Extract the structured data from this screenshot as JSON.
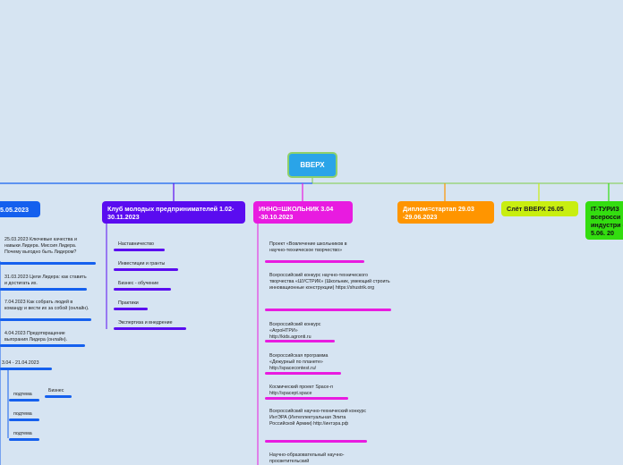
{
  "root": {
    "label": "ВВЕРХ"
  },
  "branches": {
    "b0": {
      "label": "5.05.2023",
      "color": "#1560ee"
    },
    "b1": {
      "label": "Клуб молодых предпринимателей 1.02-30.11.2023",
      "color": "#5a0cf0"
    },
    "b2": {
      "label": "ИННО=ШКОЛЬНИК 3.04 -30.10.2023",
      "color": "#e81be0"
    },
    "b3": {
      "label": "Диплом=стартап 29.03 -29.06.2023",
      "color": "#ff9500"
    },
    "b4": {
      "label": "Слёт ВВЕРХ 26.05",
      "color": "#c8ee10"
    },
    "b5": {
      "label": "IT-ТУРИЗ всеросси индустри - 5.06. 20",
      "color": "#33dd10"
    }
  },
  "left_items": [
    "25.03.2023 Ключевые качества и навыки Лидера. Миссия Лидера. Почему выгодно быть Лидером?",
    "31.03.2023 Цели Лидера: как ставить и достигать их.",
    "7.04.2023 Как собрать людей в команду и вести их за собой (онлайн).",
    "4.04.2023 Предотвращение выгорания Лидера (онлайн)."
  ],
  "left_group": {
    "label": "3.04 - 21.04.2023",
    "sub": [
      "подтема",
      "подтема",
      "подтема"
    ],
    "side": "Бизнес"
  },
  "club_items": [
    "Наставничество",
    "Инвестиции и гранты",
    "Бизнес - обучение",
    "Практики",
    "Экспертиза и внедрение"
  ],
  "inno_items": [
    "Проект «Вовлечение школьников в научно-техническое творчество»",
    "Всероссийский конкурс научно-технического творчества «ШУСТРИК» (Школьник, умеющий строить инновационные конструкции) https://shustrik.org",
    "Всероссийский конкурс «АгроНТРИ» http://kids.agronti.ru",
    "Всероссийская программа «Дежурный по планете» http://spacecontest.ru/",
    "Космический проект Space-п http://spacept.space",
    "Всероссийский научно-технический конкурс ИнтЭРА (Интеллектуальная Элита Российской Армии) http://интэра.рф",
    "Научно-образовательный научно-просветительский"
  ]
}
